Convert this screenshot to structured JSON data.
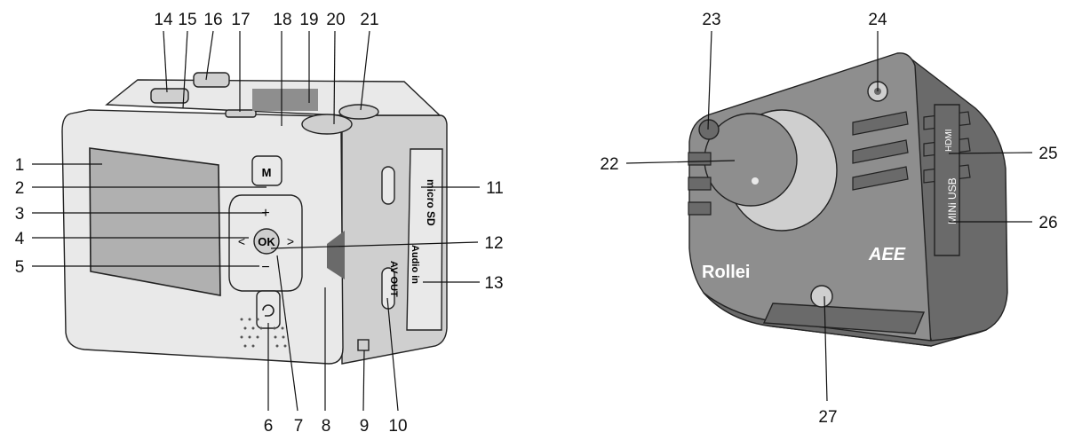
{
  "colors": {
    "body_light": "#e9e9e9",
    "body_mid": "#cfcfcf",
    "body_dark": "#8e8e8e",
    "body_darker": "#6a6a6a",
    "screen": "#b0b0b0",
    "outline": "#222222",
    "text": "#111111"
  },
  "front_view": {
    "buttons": {
      "m": "M",
      "ok": "OK",
      "plus": "+",
      "minus": "−",
      "left": "<",
      "right": ">"
    },
    "side_labels": {
      "micro_sd": "micro SD",
      "audio_in": "Audio in",
      "av_out": "AV OUT"
    },
    "callouts": [
      "1",
      "2",
      "3",
      "4",
      "5",
      "6",
      "7",
      "8",
      "9",
      "10",
      "11",
      "12",
      "13",
      "14",
      "15",
      "16",
      "17",
      "18",
      "19",
      "20",
      "21"
    ]
  },
  "back_view": {
    "brand_logo": "Rollei",
    "model_logo": "AEE",
    "port_labels": {
      "hdmi": "HDMI",
      "mini_usb": "MINi USB"
    },
    "callouts": [
      "22",
      "23",
      "24",
      "25",
      "26",
      "27"
    ]
  }
}
